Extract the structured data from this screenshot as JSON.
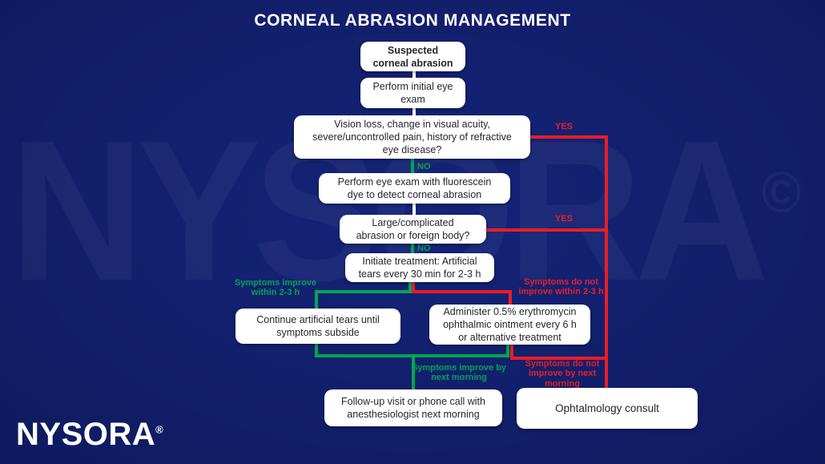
{
  "title": "CORNEAL ABRASION MANAGEMENT",
  "watermark": {
    "text": "NYSORA",
    "symbol": "©"
  },
  "logo": {
    "text": "NYSORA",
    "symbol": "®"
  },
  "colors": {
    "background": "#121f6b",
    "box_background": "#ffffff",
    "box_text": "#25262e",
    "yes_red": "#e91d25",
    "no_green": "#00a651",
    "title_white": "#ffffff"
  },
  "nodes": {
    "suspected": {
      "text": "Suspected\ncorneal abrasion"
    },
    "initial_exam": {
      "text": "Perform initial eye\nexam"
    },
    "vision_loss": {
      "text": "Vision loss, change in visual acuity,\nsevere/uncontrolled pain, history of refractive\neye disease?"
    },
    "fluorescein": {
      "text": "Perform eye exam with fluorescein\ndye to detect corneal abrasion"
    },
    "large_abrasion": {
      "text": "Large/complicated\nabrasion or foreign body?"
    },
    "initiate": {
      "text": "Initiate treatment: Artificial\ntears every 30 min for 2-3 h"
    },
    "continue_tears": {
      "text": "Continue artificial tears until\nsymptoms subside"
    },
    "administer": {
      "text": "Administer 0.5% erythromycin\nophthalmic ointment every 6 h\nor alternative treatment"
    },
    "follow_up": {
      "text": "Follow-up visit or phone call with\nanesthesiologist next morning"
    },
    "ophthalmology": {
      "text": "Ophtalmology consult"
    }
  },
  "edge_labels": {
    "yes1": "YES",
    "yes2": "YES",
    "no1": "NO",
    "no2": "NO",
    "improve_2_3h": "Symptoms improve\nwithin 2-3 h",
    "not_improve_2_3h": "Symptoms do not\nimprove within 2-3 h",
    "improve_morning": "Symptoms improve by\nnext morning",
    "not_improve_morning": "Symptoms do not\nimprove by next\nmorning"
  }
}
